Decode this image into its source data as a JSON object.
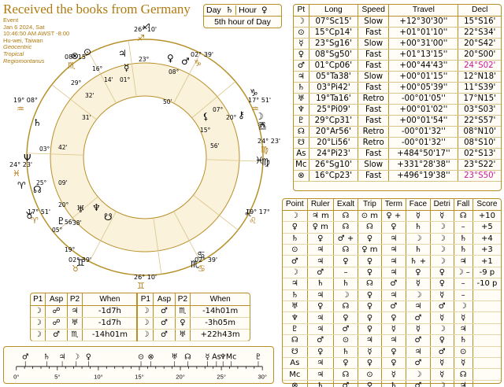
{
  "header": {
    "title": "Received the books from Germany",
    "info": [
      "Event",
      "Jan 6 2024, Sat",
      "10:46:50 AM AWST -8:00",
      "Hu-wei, Taiwan",
      "Geocentric",
      "Tropical",
      "Regiomontanus"
    ]
  },
  "day_hour": {
    "day_label": "Day",
    "day_ruler": "♄",
    "hour_label": "Hour",
    "hour_ruler": "♀",
    "caption": "5th hour of Day"
  },
  "colors": {
    "gold": "#b8902a",
    "text_gold": "#b07a10",
    "highlight": "#c8189a",
    "house_fill": "#fbf2dc"
  },
  "wheel": {
    "cusps": [
      {
        "deg": "26°",
        "sign": "♐",
        "min": "10'"
      },
      {
        "deg": "02°",
        "sign": "♑",
        "min": "39'"
      },
      {
        "deg": "17°",
        "sign": "♒",
        "min": "51'"
      },
      {
        "deg": "24°",
        "sign": "♍",
        "min": "23'"
      },
      {
        "deg": "19°",
        "sign": "♌",
        "min": "17°"
      },
      {
        "deg": "02°",
        "sign": "♋",
        "min": "39'"
      },
      {
        "deg": "26°",
        "sign": "♊",
        "min": "10'"
      },
      {
        "deg": "02°",
        "sign": "♉",
        "min": "39'"
      },
      {
        "deg": "17°",
        "sign": "♈",
        "min": "51'"
      },
      {
        "deg": "24°",
        "sign": "♓",
        "min": "23'"
      },
      {
        "deg": "19°",
        "sign": "♒",
        "min": "08°"
      },
      {
        "deg": "08°",
        "sign": "♏",
        "min": "15'"
      }
    ],
    "glyphs": [
      {
        "text": "♀"
      },
      {
        "text": "⊗"
      },
      {
        "text": "⊙"
      },
      {
        "text": "♃"
      },
      {
        "text": "☿"
      },
      {
        "text": "♂"
      },
      {
        "text": "♄"
      },
      {
        "text": "Ψ"
      },
      {
        "text": "☊"
      },
      {
        "text": "♇"
      },
      {
        "text": "♅"
      },
      {
        "text": "☽"
      },
      {
        "text": "⚷"
      },
      {
        "text": "⚸"
      },
      {
        "text": "♐"
      },
      {
        "text": "♑"
      },
      {
        "text": "♒"
      },
      {
        "text": "♓"
      },
      {
        "text": "♈"
      },
      {
        "text": "♉"
      },
      {
        "text": "♊"
      },
      {
        "text": "♋"
      },
      {
        "text": "♌"
      },
      {
        "text": "♍"
      },
      {
        "text": "♎"
      },
      {
        "text": "♏"
      },
      {
        "text": "♆"
      },
      {
        "text": "☋"
      }
    ],
    "labels": [
      {
        "text": "16°"
      },
      {
        "text": "01°"
      },
      {
        "text": "23°"
      },
      {
        "text": "08°"
      },
      {
        "text": "29°"
      },
      {
        "text": "14'"
      },
      {
        "text": "32'"
      },
      {
        "text": "31'"
      },
      {
        "text": "50'"
      },
      {
        "text": "15°"
      },
      {
        "text": "07°"
      },
      {
        "text": "20°"
      },
      {
        "text": "56'"
      },
      {
        "text": "42'"
      },
      {
        "text": "03°"
      },
      {
        "text": "25°"
      },
      {
        "text": "09'"
      },
      {
        "text": "20°"
      },
      {
        "text": "56'"
      },
      {
        "text": "05°"
      },
      {
        "text": "38'"
      },
      {
        "text": "19°"
      }
    ]
  },
  "planet_table": {
    "headers": [
      "Pt",
      "Long",
      "Speed",
      "Travel",
      "Decl"
    ],
    "rows": [
      [
        "☽",
        "07°Sc15'",
        "Slow",
        "+12°30'30''",
        "15°S16'"
      ],
      [
        "⊙",
        "15°Cp14'",
        "Fast",
        "+01°01'10''",
        "22°S34'"
      ],
      [
        "☿",
        "23°Sg16'",
        "Slow",
        "+00°31'00''",
        "20°S42'"
      ],
      [
        "♀",
        "08°Sg50'",
        "Fast",
        "+01°13'15''",
        "20°S00'"
      ],
      [
        "♂",
        "01°Cp06'",
        "Fast",
        "+00°44'43''",
        "24°S02'"
      ],
      [
        "♃",
        "05°Ta38'",
        "Slow",
        "+00°01'15''",
        "12°N18'"
      ],
      [
        "♄",
        "03°Pi42'",
        "Fast",
        "+00°05'39''",
        "11°S39'"
      ],
      [
        "♅",
        "19°Ta16'",
        "Retro",
        "-00°01'05''",
        "17°N15'"
      ],
      [
        "♆",
        "25°Pi09'",
        "Fast",
        "+00°01'02''",
        "03°S03'"
      ],
      [
        "♇",
        "29°Cp31'",
        "Fast",
        "+00°01'54''",
        "22°S57'"
      ],
      [
        "☊",
        "20°Ar56'",
        "Retro",
        "-00°01'32''",
        "08°N10'"
      ],
      [
        "☋",
        "20°Li56'",
        "Retro",
        "-00°01'32''",
        "08°S10'"
      ],
      [
        "As",
        "24°Pi23'",
        "Fast",
        "+484°50'17''",
        "02°S13'"
      ],
      [
        "Mc",
        "26°Sg10'",
        "Slow",
        "+331°28'38''",
        "23°S22'"
      ],
      [
        "⊗",
        "16°Cp23'",
        "Fast",
        "+496°19'38''",
        "23°S50'"
      ]
    ]
  },
  "dignity_table": {
    "headers": [
      "Point",
      "Ruler",
      "Exalt",
      "Trip",
      "Term",
      "Face",
      "Detri",
      "Fall",
      "Score"
    ],
    "rows": [
      [
        "☽",
        "♃ m",
        "☊",
        "⊙ m",
        "♀ +",
        "☿",
        "☿",
        "☊",
        "+10"
      ],
      [
        "♀",
        "♀ m",
        "☊",
        "☊",
        "♀",
        "♄",
        "☽",
        "–",
        "+5"
      ],
      [
        "♄",
        "♀",
        "♂ +",
        "♀",
        "♃",
        "☽",
        "☽",
        "♄",
        "+4"
      ],
      [
        "⊙",
        "♃",
        "☊",
        "♀ m",
        "♃",
        "♄",
        "☽",
        "♄",
        "+3"
      ],
      [
        "♂",
        "♃",
        "♀",
        "♀",
        "♃",
        "♄ +",
        "☽",
        "♃",
        "+1"
      ],
      [
        "☽",
        "♂",
        "–",
        "♀",
        "♃",
        "♀",
        "♀",
        "☽ –",
        "-9 p"
      ],
      [
        "♃",
        "♄",
        "♄",
        "☊",
        "♂",
        "☿",
        "♀",
        "–",
        "-10 p"
      ],
      [
        "♄",
        "♃",
        "☽",
        "♀",
        "♃",
        "☽",
        "☿",
        "–",
        ""
      ],
      [
        "♅",
        "♀",
        "☊",
        "♀",
        "♂",
        "♃",
        "♂",
        "☽",
        ""
      ],
      [
        "♆",
        "♃",
        "♀",
        "♀",
        "♀",
        "♂",
        "☿",
        "☿",
        ""
      ],
      [
        "♇",
        "♃",
        "♂",
        "♀",
        "☿",
        "☿",
        "☽",
        "♃",
        ""
      ],
      [
        "☊",
        "♂",
        "⊙",
        "♃",
        "♃",
        "♂",
        "♀",
        "♄",
        ""
      ],
      [
        "☋",
        "♀",
        "♄",
        "☿",
        "♀",
        "♃",
        "♂",
        "⊙",
        ""
      ],
      [
        "As",
        "♃",
        "♀",
        "♀",
        "♀",
        "♂",
        "☿",
        "☿",
        ""
      ],
      [
        "Mc",
        "♃",
        "☊",
        "⊙",
        "☿",
        "☽",
        "☿",
        "☊",
        ""
      ],
      [
        "⊗",
        "♄",
        "♂",
        "♀",
        "♄",
        "♂",
        "☽",
        "♃",
        ""
      ]
    ]
  },
  "aspect_table": {
    "headers": [
      "P1",
      "Asp",
      "P2",
      "When",
      "P1",
      "Asp",
      "P2",
      "When"
    ],
    "rows": [
      [
        "☽",
        "☍",
        "♃",
        "-1d7h",
        "☽",
        "♂",
        "♏",
        "-14h01m"
      ],
      [
        "☽",
        "☍",
        "♅",
        "-1d7h",
        "☽",
        "♂",
        "♀",
        "-3h05m"
      ],
      [
        "☽",
        "♂",
        "♏",
        "-14h01m",
        "☽",
        "♂",
        "♅",
        "+22h43m"
      ]
    ]
  },
  "scale": {
    "ticks": [
      "0°",
      "5°",
      "10°",
      "15°",
      "20°",
      "25°",
      "30°"
    ],
    "planets": [
      {
        "glyph": "♂",
        "deg": 1.1
      },
      {
        "glyph": "♄",
        "deg": 3.7
      },
      {
        "glyph": "♃",
        "deg": 5.6
      },
      {
        "glyph": "☽",
        "deg": 7.3
      },
      {
        "glyph": "♀",
        "deg": 8.8
      },
      {
        "glyph": "⊙",
        "deg": 15.2
      },
      {
        "glyph": "⊗",
        "deg": 16.4
      },
      {
        "glyph": "☿",
        "deg": 23.3
      },
      {
        "glyph": "♅",
        "deg": 19.3
      },
      {
        "glyph": "☊",
        "deg": 20.9
      },
      {
        "glyph": "As",
        "deg": 24.4
      },
      {
        "glyph": "♆",
        "deg": 25.2
      },
      {
        "glyph": "Mc",
        "deg": 26.2
      },
      {
        "glyph": "♇",
        "deg": 29.5
      }
    ]
  }
}
